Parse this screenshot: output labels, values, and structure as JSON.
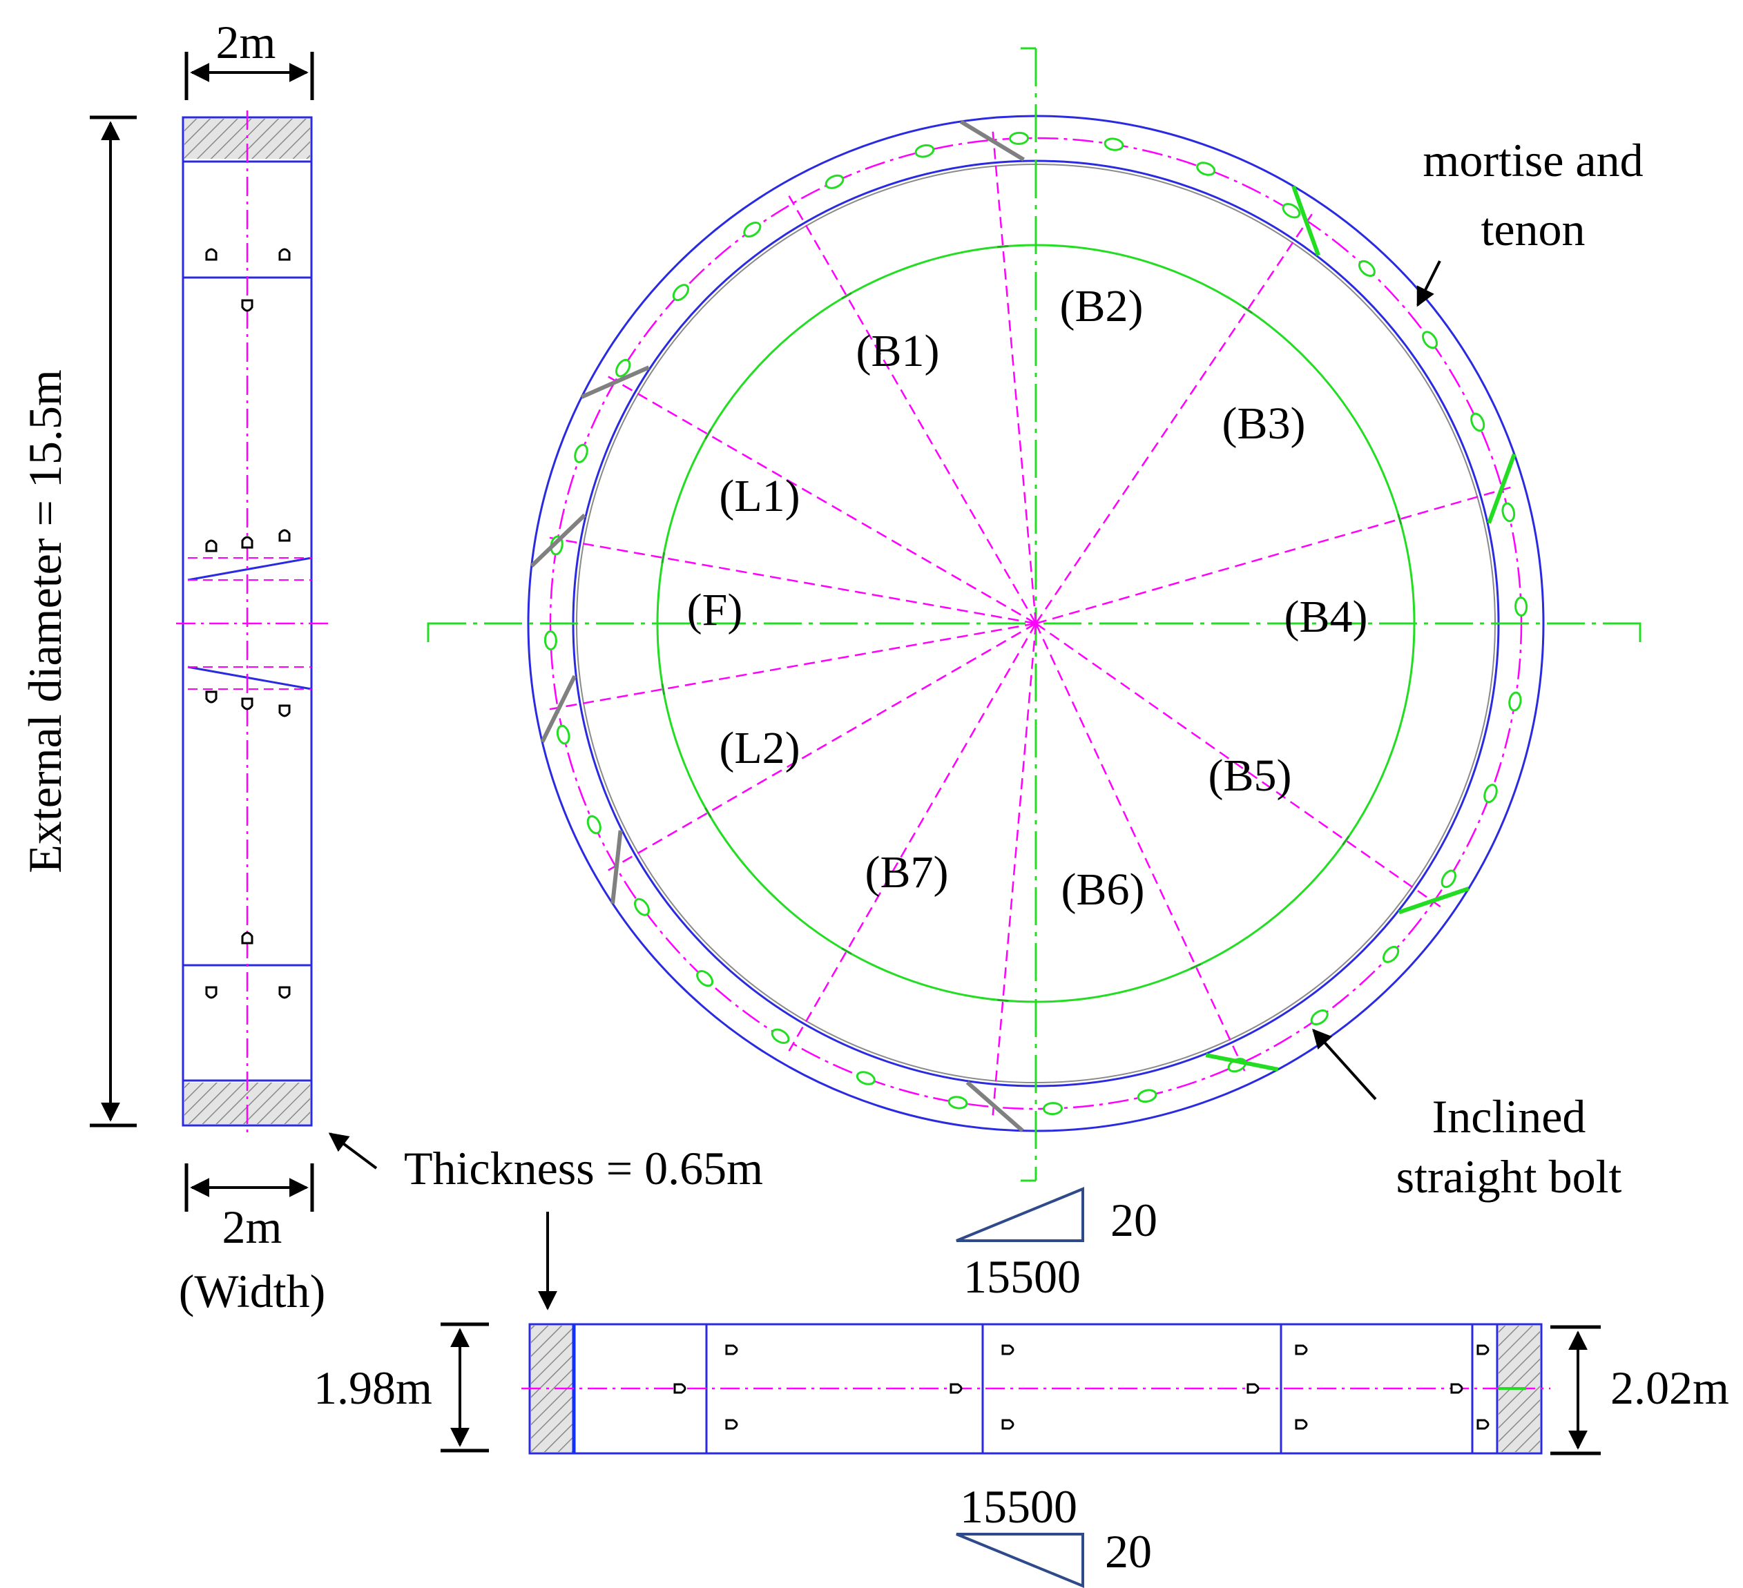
{
  "labels": {
    "external_diameter": "External diameter = 15.5m",
    "width_top": "2m",
    "width_bottom": "2m",
    "width_caption": "(Width)",
    "thickness": "Thickness = 0.65m",
    "mortise_tenon_1": "mortise and",
    "mortise_tenon_2": "tenon",
    "inclined_bolt_1": "Inclined",
    "inclined_bolt_2": "straight bolt",
    "slope_rise_top": "20",
    "slope_run_top": "15500",
    "slope_run_bottom": "15500",
    "slope_rise_bottom": "20",
    "height_left": "1.98m",
    "height_right": "2.02m"
  },
  "segments": [
    "(B1)",
    "(B2)",
    "(B3)",
    "(L1)",
    "(F)",
    "(B4)",
    "(L2)",
    "(B5)",
    "(B7)",
    "(B6)"
  ],
  "colors": {
    "outline": "#2a2ae0",
    "centerline": "#ff00ff",
    "reference": "#22dd22",
    "bolt": "#808080"
  }
}
